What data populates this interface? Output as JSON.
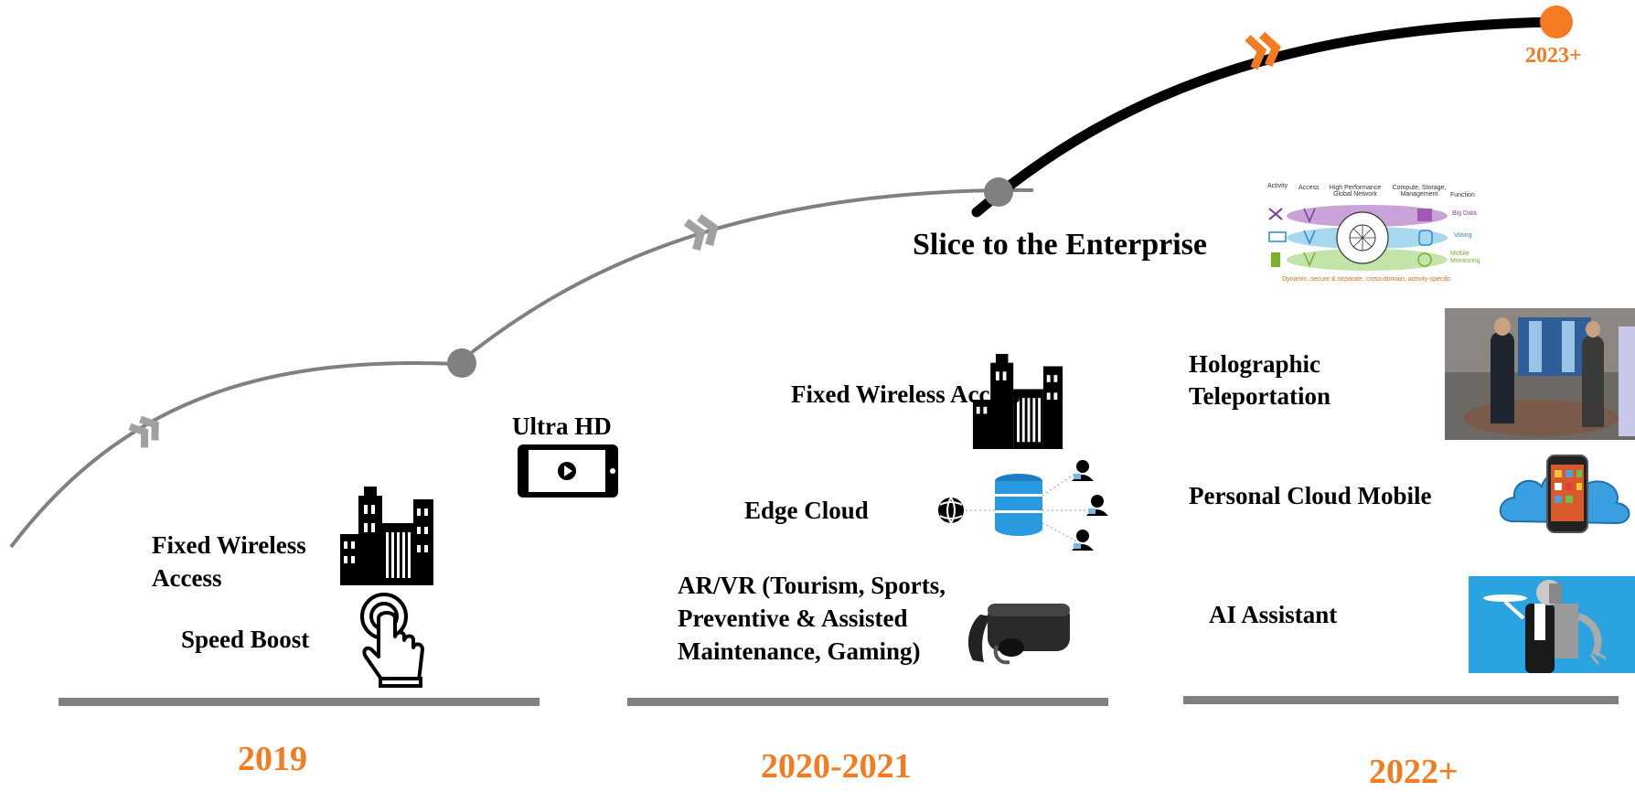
{
  "milestones": {
    "m2019": "2019",
    "m2020": "2020-2021",
    "m2022": "2022+",
    "m2023": "2023+"
  },
  "col2019": {
    "fwa": "Fixed Wireless Access",
    "speed_boost": "Speed Boost",
    "ultra_hd": "Ultra HD"
  },
  "col2020": {
    "fwa": "Fixed Wireless Access",
    "edge_cloud": "Edge Cloud",
    "arvr": "AR/VR (Tourism, Sports, Preventive & Assisted Maintenance, Gaming)"
  },
  "col2022": {
    "slice": "Slice to the Enterprise",
    "holographic": "Holographic Teleportation",
    "personal_cloud": "Personal Cloud Mobile",
    "ai_assistant": "AI Assistant"
  },
  "slice_diagram": {
    "headers": [
      "Activity",
      "Access",
      "High Performance Global Network",
      "Compute, Storage, Management",
      "Function"
    ],
    "functions": [
      "Big Data",
      "Voting",
      "Mobile Monitoring"
    ],
    "footer": "Dynamic, secure & separate, cross-domain, activity-specific"
  },
  "colors": {
    "accent": "#f47b20",
    "gray": "#808080",
    "black": "#000000"
  },
  "icons": [
    "chevron-double-icon",
    "building-icon",
    "hand-tap-icon",
    "tablet-play-icon",
    "database-icon",
    "globe-icon",
    "user-icon",
    "vr-headset-icon",
    "cloud-phone-icon",
    "robot-waiter-icon"
  ]
}
